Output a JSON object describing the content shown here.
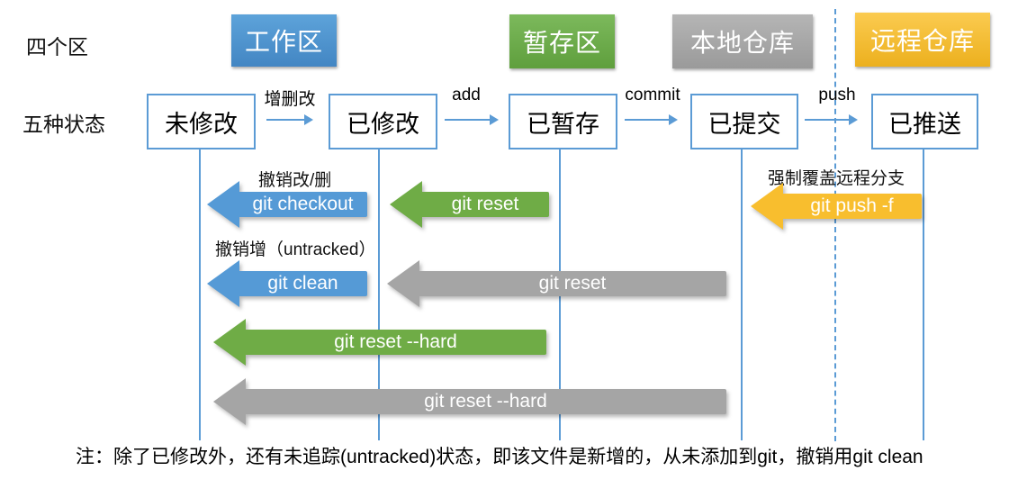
{
  "titles": {
    "areas": "四个区",
    "states": "五种状态"
  },
  "areas": [
    {
      "label": "工作区",
      "color": "#4a90c8"
    },
    {
      "label": "暂存区",
      "color": "#6eac4b"
    },
    {
      "label": "本地仓库",
      "color": "#a6a6a6"
    },
    {
      "label": "远程仓库",
      "color": "#f2bc33"
    }
  ],
  "states": [
    {
      "label": "未修改"
    },
    {
      "label": "已修改"
    },
    {
      "label": "已暂存"
    },
    {
      "label": "已提交"
    },
    {
      "label": "已推送"
    }
  ],
  "transitions": [
    {
      "label": "增删改"
    },
    {
      "label": "add"
    },
    {
      "label": "commit"
    },
    {
      "label": "push"
    }
  ],
  "undo": {
    "caption_modify": "撤销改/删",
    "caption_untracked": "撤销增（untracked）",
    "caption_force": "强制覆盖远程分支",
    "arrows": [
      {
        "command": "git checkout",
        "color": "blue"
      },
      {
        "command": "git reset",
        "color": "green"
      },
      {
        "command": "git push -f",
        "color": "yellow"
      },
      {
        "command": "git clean",
        "color": "blue"
      },
      {
        "command": "git reset",
        "color": "gray"
      },
      {
        "command": "git reset --hard",
        "color": "green"
      },
      {
        "command": "git reset --hard",
        "color": "gray"
      }
    ]
  },
  "note": "注：除了已修改外，还有未追踪(untracked)状态，即该文件是新增的，从未添加到git，撤销用git clean",
  "colors": {
    "blue": "#559AD6",
    "green": "#6FAC46",
    "gray": "#A5A5A5",
    "yellow": "#F8BE2E",
    "line_blue": "#5B9BD5"
  }
}
